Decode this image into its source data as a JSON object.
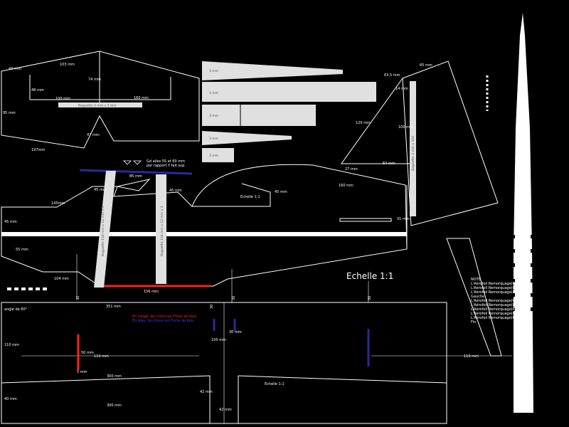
{
  "colors": {
    "background": "#000000",
    "line": "#ffffff",
    "strip": "#e0e0e0",
    "red": "#ff2020",
    "blue": "#2a2a9a"
  },
  "fin": {
    "dim_top": "103 mm",
    "dim_left": "43 mm",
    "dim_inner": "74 mm",
    "dim_a": "48 mm",
    "dim_b": "100 mm",
    "dim_c": "160 mm",
    "dim_side": "95 mm",
    "dim_tail": "47 mm",
    "dim_bottom": "197mm",
    "strip_label": "Baguette 3 mm x 3 mm"
  },
  "strips": {
    "s1": "3 mm",
    "s2": "3 mm",
    "s3": "3 mm",
    "s4": "3 mm",
    "s5": "3 mm"
  },
  "rudder": {
    "dim_top": "65 mm",
    "dim_a": "63,5 mm",
    "dim_b": "14 mm",
    "dim_c": "120 mm",
    "dim_d": "100 mm",
    "dim_e": "27 mm",
    "dim_f": "64 mm",
    "dim_g": "31 mm",
    "strip_label": "Baguette 3 mm x 100"
  },
  "fuselage": {
    "note_line1": "Gd ailes 55 et 60 mm",
    "note_line2": "par rapport Y fait sup",
    "dim_top": "85 mm",
    "dim_a": "45 mm",
    "dim_b": "45 mm",
    "dim_c": "45 mm",
    "dim_d": "160 mm",
    "dim_e": "145mm",
    "dim_f": "45 mm",
    "dim_g": "55 mm",
    "dim_h": "104 mm",
    "dim_bottom": "156 mm",
    "scale_small": "Echelle 1:1",
    "strip_a": "Baguette 134 mm x 12 mm x 3",
    "strip_b": "Baguette 134 mm x 12 mm x 3",
    "scale_big": "Echelle  1:1"
  },
  "wing": {
    "label_angle": "angle de 80°",
    "dim_top": "351 mm",
    "note_red": "En rouge, les trous sur Forte de bois",
    "note_blue": "En bleu, les trous sur Forte de bois",
    "dim_left": "110 mm",
    "dim_a": "110 mm",
    "dim_b": "50 mm",
    "dim_c": "5 mm",
    "dim_d": "300 mm",
    "dim_e": "150 mm",
    "dim_f": "30 mm",
    "dim_g": "40 mm",
    "dim_h": "300 mm",
    "dim_i": "42 mm",
    "dim_j": "42 mm",
    "scale": "Echelle 1:1",
    "v1": "30",
    "v2": "30",
    "v3": "30",
    "v4": "30",
    "dim_right": "110 mm"
  },
  "legend": [
    "NOTE",
    "L'Aérofoil Remorquage(R)",
    "L'Aérofoil Remorquage(R)",
    "L'Aérofoil Remorquage(R)",
    "Gauche",
    "L'Aérofoil Remorquage(R)",
    "L'Aérofoil Remorquage(R)",
    "L'Aérofoil Remorquage(R)",
    "L'Aérofoil Remorquage(R)",
    "L'Aérofoil Remorquage(R)",
    "Fin"
  ]
}
